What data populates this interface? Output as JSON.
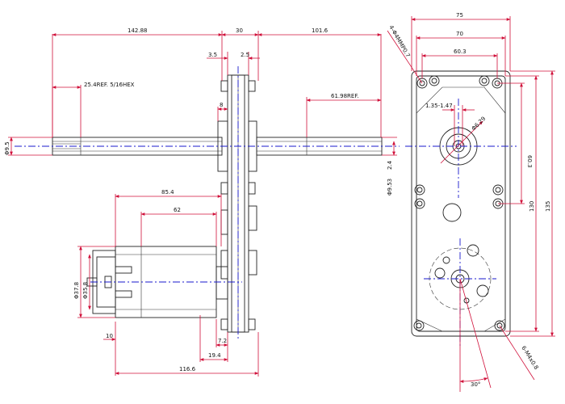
{
  "drawing": {
    "colors": {
      "dimension": "#d0103a",
      "part": "#222222",
      "centerline": "#1a1acc"
    },
    "side_view": {
      "overall_left": "142.88",
      "gearbox_width": "30",
      "right_shaft": "101.6",
      "flange_left": "3.5",
      "flange_right": "2.5",
      "hex_note": "25.4REF. 5/16HEX",
      "hub": "8",
      "ref_right": "61.98REF.",
      "shaft_dia": "Φ9.5",
      "offset": "2.4",
      "shaft_dia_2": "Φ9.53",
      "motor_len_total": "85.4",
      "motor_len": "62",
      "motor_dia_outer": "Φ37.8",
      "motor_dia_inner": "Φ35.8",
      "pin_len": "10",
      "b_72": "7.2",
      "b_194": "19.4",
      "total_len": "116.6"
    },
    "front_view": {
      "width_outer": "75",
      "width_mid": "70",
      "width_inner": "60.3",
      "hole_note_top": "4-Φ4MMP0.7",
      "dim_135_147": "1.35-1.47",
      "dia_629": "Φ6.29",
      "height_603": "60.3",
      "height_130": "130",
      "height_135": "135",
      "hole_note_bottom": "6-M4x0.8",
      "angle": "30°"
    }
  }
}
